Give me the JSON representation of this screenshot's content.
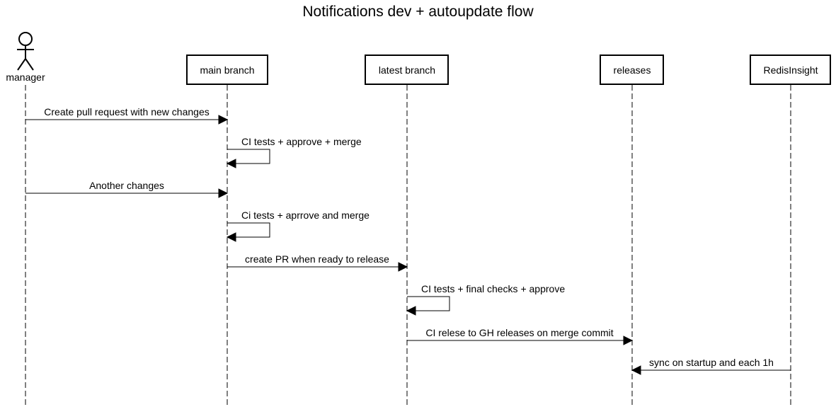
{
  "title": "Notifications dev + autoupdate flow",
  "participants": {
    "manager": {
      "label": "manager",
      "kind": "actor"
    },
    "main": {
      "label": "main branch",
      "kind": "box"
    },
    "latest": {
      "label": "latest branch",
      "kind": "box"
    },
    "releases": {
      "label": "releases",
      "kind": "box"
    },
    "redisinsight": {
      "label": "RedisInsight",
      "kind": "box"
    }
  },
  "messages": [
    {
      "from": "manager",
      "to": "main",
      "label": "Create pull request with new changes"
    },
    {
      "from": "main",
      "to": "main",
      "label": "CI tests + approve + merge"
    },
    {
      "from": "manager",
      "to": "main",
      "label": "Another changes"
    },
    {
      "from": "main",
      "to": "main",
      "label": "Ci tests + aprrove and merge"
    },
    {
      "from": "main",
      "to": "latest",
      "label": "create PR when ready to release"
    },
    {
      "from": "latest",
      "to": "latest",
      "label": "CI tests + final checks + approve"
    },
    {
      "from": "latest",
      "to": "releases",
      "label": "CI relese to GH releases on merge commit"
    },
    {
      "from": "redisinsight",
      "to": "releases",
      "label": "sync on startup and each 1h"
    }
  ]
}
